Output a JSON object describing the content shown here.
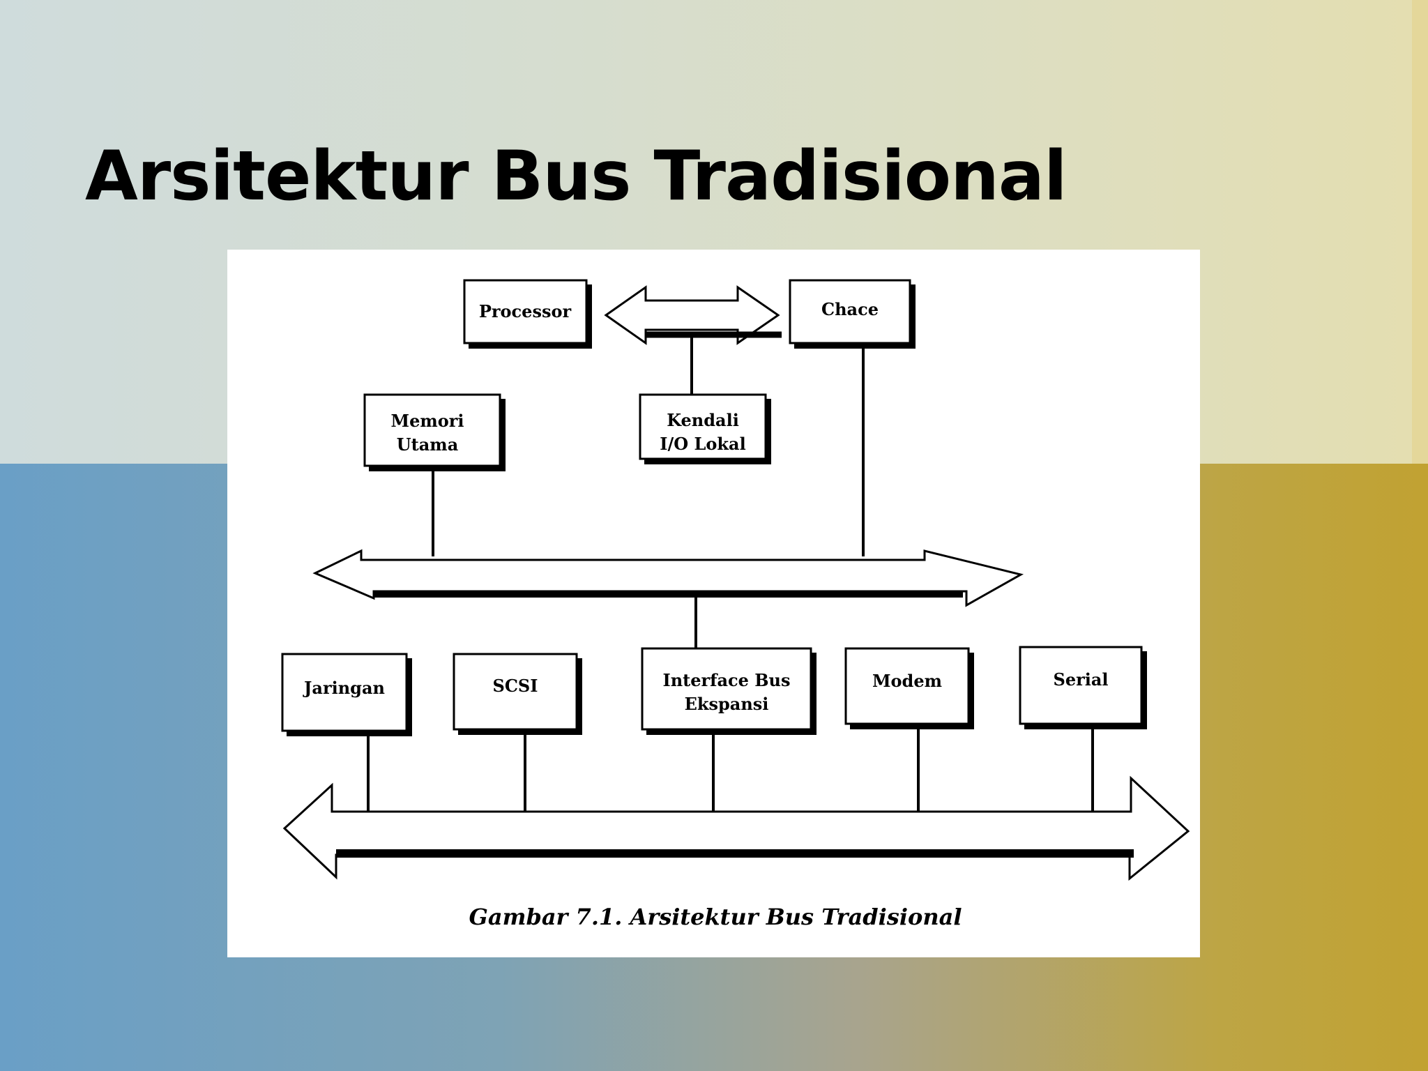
{
  "slide": {
    "title": "Arsitektur Bus Tradisional"
  },
  "diagram": {
    "nodes": {
      "processor": "Processor",
      "cache": "Chace",
      "main_memory": [
        "Memori",
        "Utama"
      ],
      "local_io": [
        "Kendali",
        "I/O Lokal"
      ],
      "network": "Jaringan",
      "scsi": "SCSI",
      "expansion": [
        "Interface Bus",
        "Ekspansi"
      ],
      "modem": "Modem",
      "serial": "Serial"
    },
    "caption": "Gambar 7.1. Arsitektur Bus Tradisional"
  },
  "colors": {
    "figure_background": "#ffffff",
    "ink": "#000000",
    "slide_top": "#d6ddcf",
    "slide_bottom_left": "#6a9fc6",
    "slide_bottom_right": "#c1a232"
  }
}
